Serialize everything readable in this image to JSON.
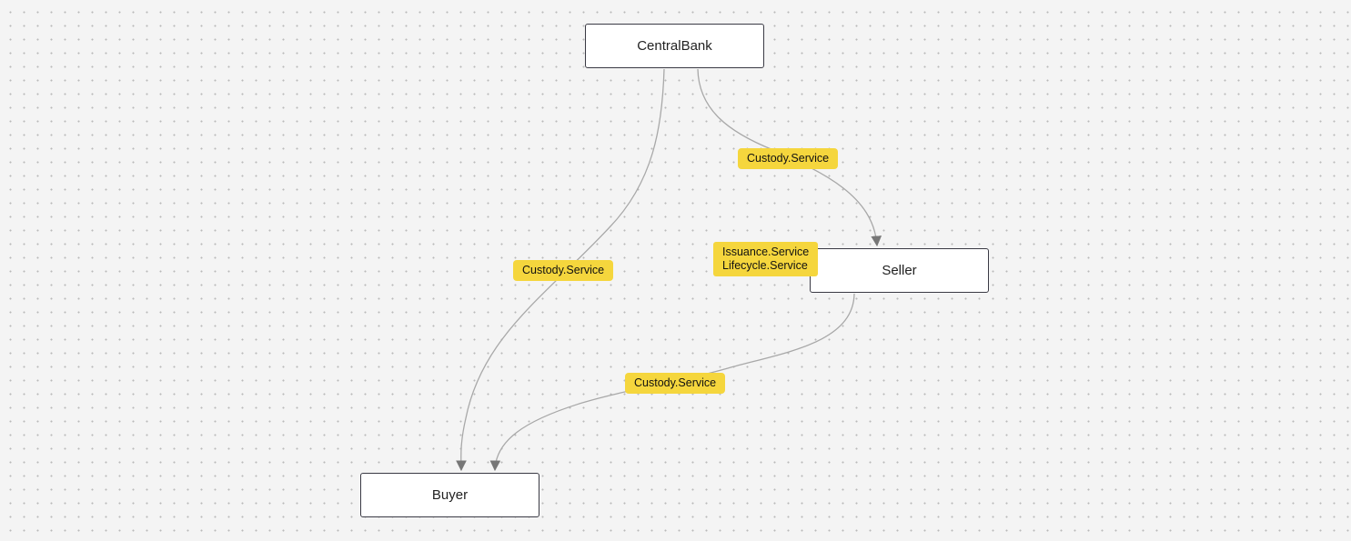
{
  "diagram": {
    "nodes": {
      "central_bank": "CentralBank",
      "seller": "Seller",
      "buyer": "Buyer"
    },
    "edges": {
      "central_bank_to_seller": "Custody.Service",
      "central_bank_to_buyer": "Custody.Service",
      "seller_to_buyer": "Custody.Service"
    },
    "seller_services": [
      "Issuance.Service",
      "Lifecycle.Service"
    ],
    "colors": {
      "edge_label_bg": "#f5d63d",
      "edge_stroke": "#a8a8a8",
      "node_border": "#3a3a44",
      "canvas_bg": "#f4f4f4"
    }
  }
}
